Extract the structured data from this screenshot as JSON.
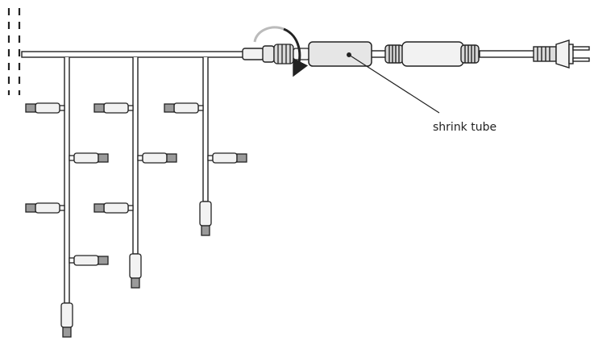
{
  "diagram": {
    "callout": {
      "label": "shrink tube"
    },
    "colors": {
      "stroke": "#222222",
      "cable_fill": "#ffffff",
      "connector_fill": "#f2f2f2",
      "socket_fill": "#9a9a9a",
      "tube_fill": "#e6e6e6",
      "arrow_grey": "#bbbbbb"
    },
    "components": [
      "main-cable",
      "drop-cables",
      "light-sockets",
      "end-connector",
      "screw-coupling",
      "shrink-tube",
      "power-adapter",
      "power-plug",
      "rotation-arrow"
    ]
  }
}
